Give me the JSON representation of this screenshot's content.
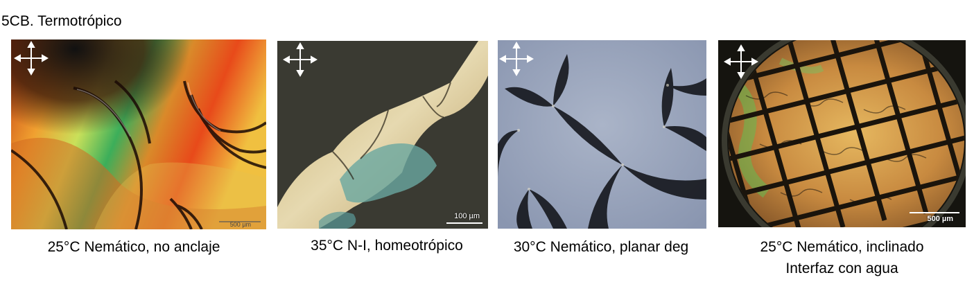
{
  "title": "5CB. Termotrópico",
  "panels": [
    {
      "caption_line1": "25°C Nemático, no anclaje",
      "caption_line2": "",
      "scale_label": "500 µm"
    },
    {
      "caption_line1": "35°C N-I, homeotrópico",
      "caption_line2": "",
      "scale_label": "100 µm"
    },
    {
      "caption_line1": "30°C Nemático, planar deg",
      "caption_line2": "",
      "scale_label": ""
    },
    {
      "caption_line1": "25°C Nemático, inclinado",
      "caption_line2": "Interfaz con agua",
      "scale_label": "500 µm"
    }
  ],
  "icons": [
    "crossed-polarizers-icon"
  ]
}
